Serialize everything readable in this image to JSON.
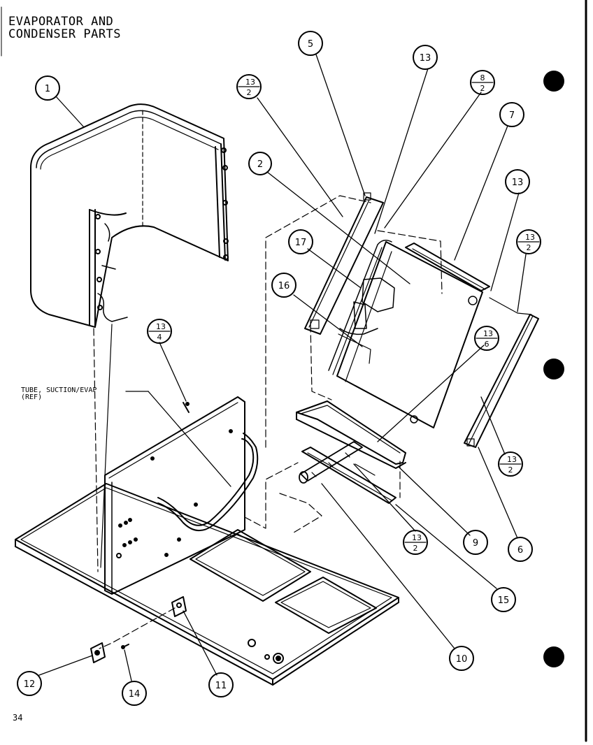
{
  "title_line1": "EVAPORATOR AND",
  "title_line2": "CONDENSER PARTS",
  "page_number": "34",
  "ref_label_line1": "TUBE, SUCTION/EVAP",
  "ref_label_line2": "(REF)",
  "callouts": {
    "c1": "1",
    "c2": "2",
    "c5": "5",
    "c6": "6",
    "c7": "7",
    "c9": "9",
    "c10": "10",
    "c11": "11",
    "c12": "12",
    "c13a": "13",
    "c13b": "13",
    "c14": "14",
    "c15": "15",
    "c16": "16",
    "c17": "17"
  },
  "fractions": {
    "f1": {
      "num": "13",
      "den": "2"
    },
    "f2": {
      "num": "8",
      "den": "2"
    },
    "f3": {
      "num": "13",
      "den": "2"
    },
    "f4": {
      "num": "13",
      "den": "4"
    },
    "f5": {
      "num": "13",
      "den": "6"
    },
    "f6": {
      "num": "13",
      "den": "2"
    },
    "f7": {
      "num": "13",
      "den": "2"
    }
  }
}
